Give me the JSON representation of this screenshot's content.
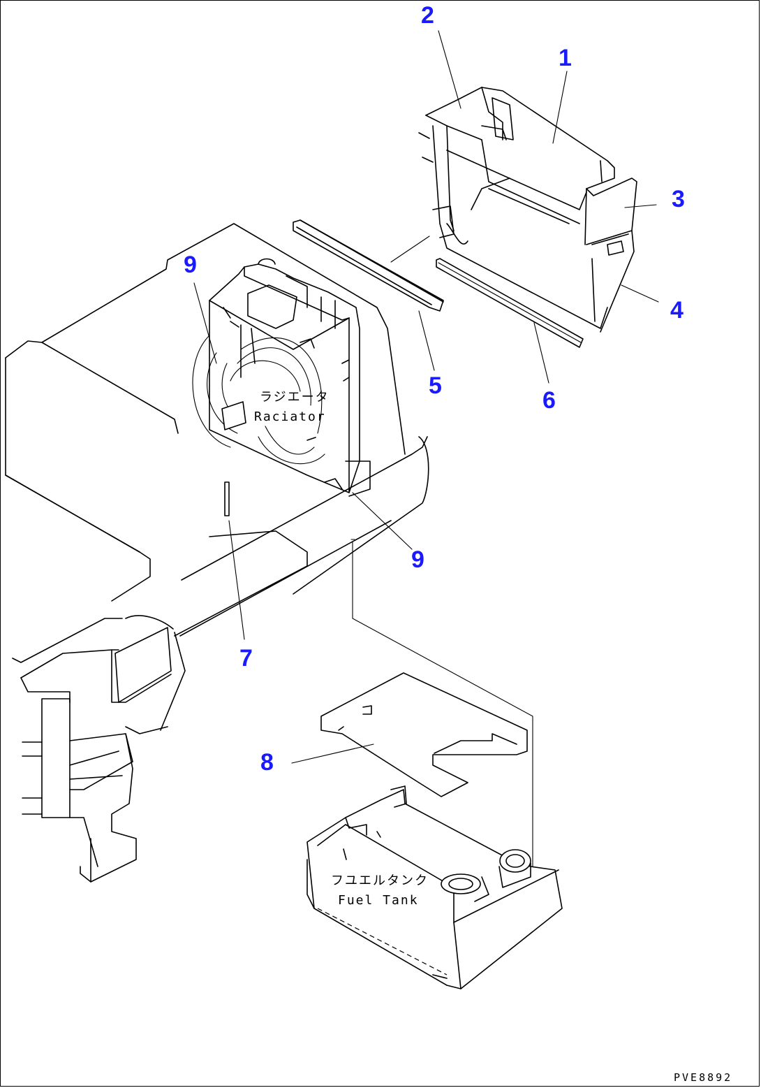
{
  "callouts": {
    "c1": "1",
    "c2": "2",
    "c3": "3",
    "c4": "4",
    "c5": "5",
    "c6": "6",
    "c7": "7",
    "c8": "8",
    "c9a": "9",
    "c9b": "9"
  },
  "labels": {
    "radiator_jp": "ラジエータ",
    "radiator_en": "Raciator",
    "fuel_tank_jp": "フユエルタンク",
    "fuel_tank_en": "Fuel Tank"
  },
  "drawing_code": "PVE8892",
  "colors": {
    "callout": "#1a1aff",
    "line": "#000000",
    "background": "#ffffff"
  }
}
